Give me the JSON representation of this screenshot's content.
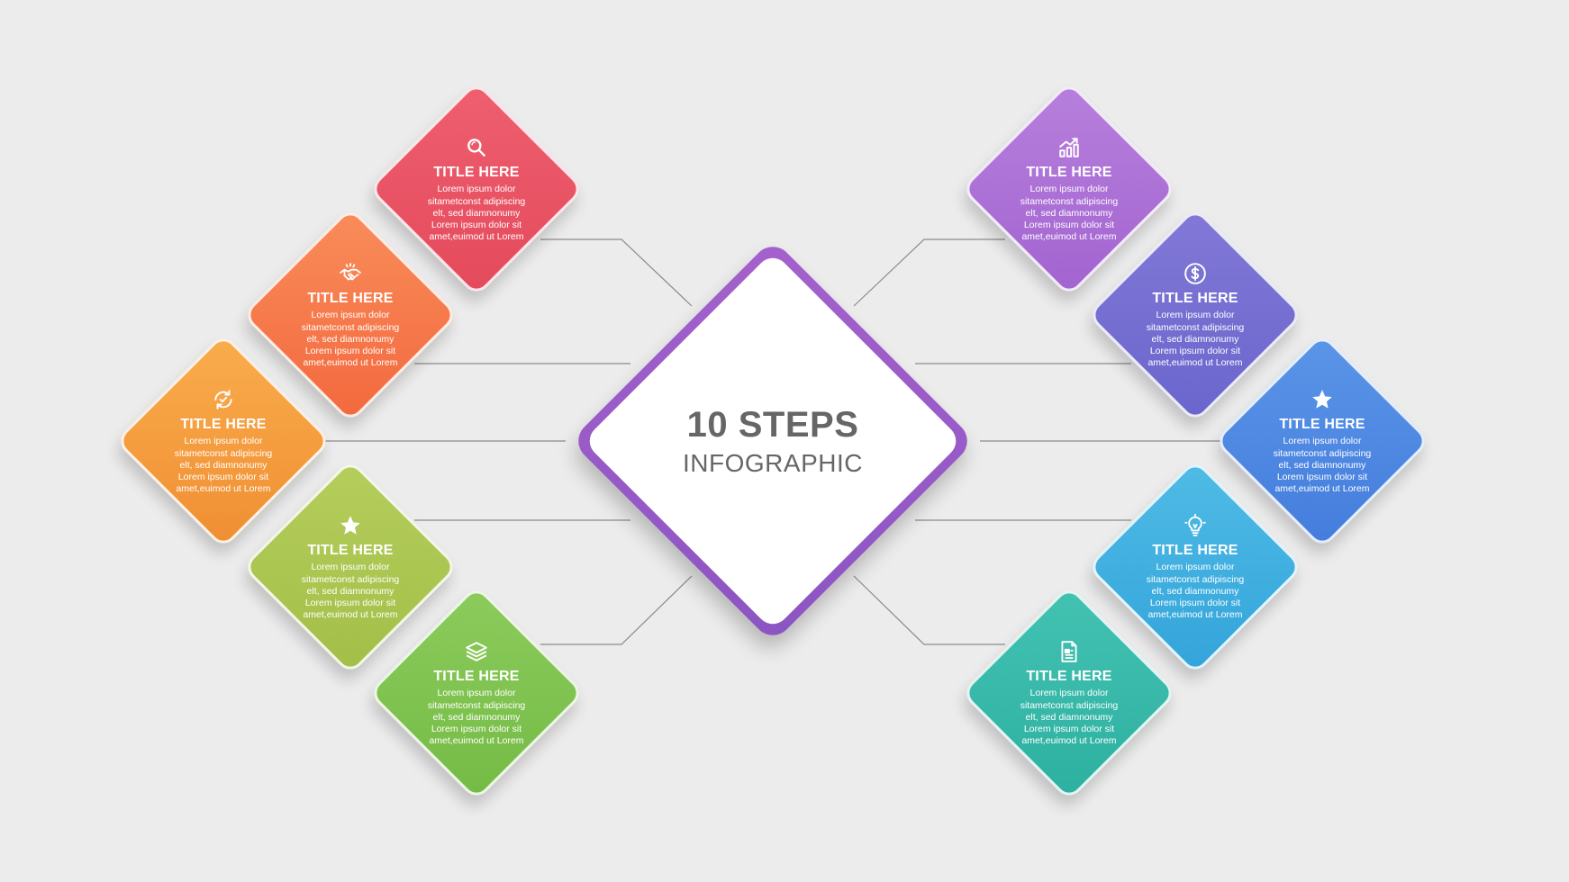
{
  "center": {
    "headline": "10 STEPS",
    "subline": "INFOGRAPHIC",
    "accent": "#9b5ec8"
  },
  "steps": [
    {
      "title": "TITLE HERE",
      "icon": "search-icon",
      "color_top": "#ee5f6f",
      "color_bottom": "#e44a5c",
      "desc": [
        "Lorem ipsum dolor",
        "sitametconst adipiscing",
        "elt, sed diamnonumy",
        "Lorem ipsum dolor sit",
        "amet,euimod ut  Lorem"
      ]
    },
    {
      "title": "TITLE HERE",
      "icon": "handshake-icon",
      "color_top": "#f98c5a",
      "color_bottom": "#f3693e",
      "desc": [
        "Lorem ipsum dolor",
        "sitametconst adipiscing",
        "elt, sed diamnonumy",
        "Lorem ipsum dolor sit",
        "amet,euimod ut  Lorem"
      ]
    },
    {
      "title": "TITLE HERE",
      "icon": "refresh-check-icon",
      "color_top": "#f9ad4c",
      "color_bottom": "#f08e33",
      "desc": [
        "Lorem ipsum dolor",
        "sitametconst adipiscing",
        "elt, sed diamnonumy",
        "Lorem ipsum dolor sit",
        "amet,euimod ut  Lorem"
      ]
    },
    {
      "title": "TITLE HERE",
      "icon": "star-icon",
      "color_top": "#b5cd5c",
      "color_bottom": "#a3bf48",
      "desc": [
        "Lorem ipsum dolor",
        "sitametconst adipiscing",
        "elt, sed diamnonumy",
        "Lorem ipsum dolor sit",
        "amet,euimod ut  Lorem"
      ]
    },
    {
      "title": "TITLE HERE",
      "icon": "layers-icon",
      "color_top": "#8ccb5c",
      "color_bottom": "#74bb45",
      "desc": [
        "Lorem ipsum dolor",
        "sitametconst adipiscing",
        "elt, sed diamnonumy",
        "Lorem ipsum dolor sit",
        "amet,euimod ut  Lorem"
      ]
    },
    {
      "title": "TITLE HERE",
      "icon": "growth-chart-icon",
      "color_top": "#b77fdc",
      "color_bottom": "#a264d0",
      "desc": [
        "Lorem ipsum dolor",
        "sitametconst adipiscing",
        "elt, sed diamnonumy",
        "Lorem ipsum dolor sit",
        "amet,euimod ut  Lorem"
      ]
    },
    {
      "title": "TITLE HERE",
      "icon": "dollar-icon",
      "color_top": "#8278d6",
      "color_bottom": "#6a66cd",
      "desc": [
        "Lorem ipsum dolor",
        "sitametconst adipiscing",
        "elt, sed diamnonumy",
        "Lorem ipsum dolor sit",
        "amet,euimod ut  Lorem"
      ]
    },
    {
      "title": "TITLE HERE",
      "icon": "star-icon",
      "color_top": "#5a95e8",
      "color_bottom": "#447ddc",
      "desc": [
        "Lorem ipsum dolor",
        "sitametconst adipiscing",
        "elt, sed diamnonumy",
        "Lorem ipsum dolor sit",
        "amet,euimod ut  Lorem"
      ]
    },
    {
      "title": "TITLE HERE",
      "icon": "lightbulb-icon",
      "color_top": "#4fbbe6",
      "color_bottom": "#33a4da",
      "desc": [
        "Lorem ipsum dolor",
        "sitametconst adipiscing",
        "elt, sed diamnonumy",
        "Lorem ipsum dolor sit",
        "amet,euimod ut  Lorem"
      ]
    },
    {
      "title": "TITLE HERE",
      "icon": "document-icon",
      "color_top": "#43c2b2",
      "color_bottom": "#2db0a0",
      "desc": [
        "Lorem ipsum dolor",
        "sitametconst adipiscing",
        "elt, sed diamnonumy",
        "Lorem ipsum dolor sit",
        "amet,euimod ut  Lorem"
      ]
    }
  ]
}
